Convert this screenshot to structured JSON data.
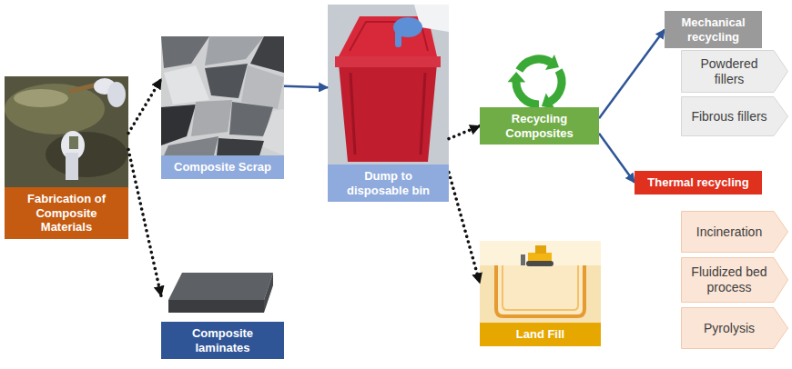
{
  "diagram": {
    "nodes": [
      {
        "text": [
          "Fabrication of Composite Materials"
        ]
      },
      {
        "text": [
          "Composite Scrap"
        ]
      },
      {
        "text": [
          "Composite laminates"
        ]
      },
      {
        "text": [
          "Dump to disposable bin"
        ]
      },
      {
        "text": [
          "Recycling Composites"
        ]
      },
      {
        "text": [
          "Land Fill"
        ]
      },
      {
        "text": [
          "Mechanical recycling"
        ]
      },
      {
        "text": [
          "Powdered fillers"
        ]
      },
      {
        "text": [
          "Fibrous fillers"
        ]
      },
      {
        "text": [
          "Thermal recycling"
        ]
      },
      {
        "text": [
          "Incineration"
        ]
      },
      {
        "text": [
          "Fluidized bed process"
        ]
      },
      {
        "text": [
          "Pyrolysis"
        ]
      }
    ],
    "edges": [
      {
        "from": 0,
        "to": 1,
        "arrow": "to"
      },
      {
        "from": 0,
        "to": 2,
        "arrow": "to"
      },
      {
        "from": 1,
        "to": 3,
        "arrow": "to"
      },
      {
        "from": 3,
        "to": 4,
        "arrow": "to"
      },
      {
        "from": 3,
        "to": 5,
        "arrow": "to"
      },
      {
        "from": 4,
        "to": 6,
        "arrow": "to"
      },
      {
        "from": 4,
        "to": 9,
        "arrow": "to"
      }
    ]
  }
}
